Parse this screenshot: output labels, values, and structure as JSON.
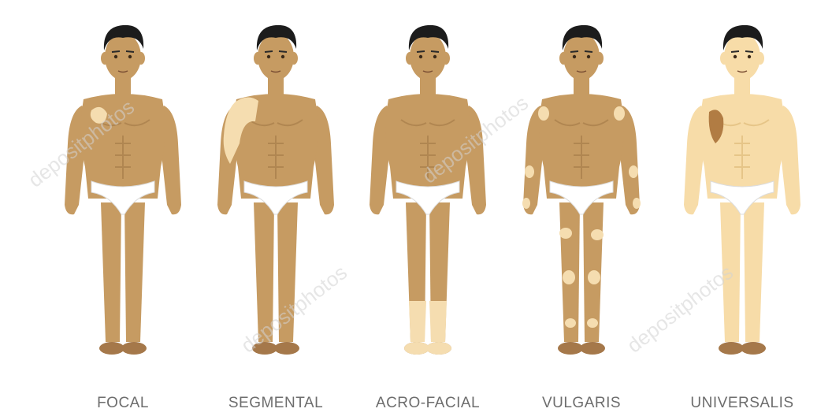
{
  "colors": {
    "skin": "#c69b62",
    "skin_shade": "#b08651",
    "depigmented": "#f5ddb0",
    "fair_skin": "#f7dca8",
    "fair_shade": "#e6c588",
    "shoe": "#a5784a",
    "hair": "#1c1c1c",
    "underwear": "#ffffff",
    "label": "#6d6d6d"
  },
  "figures": [
    {
      "label": "FOCAL",
      "pattern": "focal"
    },
    {
      "label": "SEGMENTAL",
      "pattern": "segmental"
    },
    {
      "label": "ACRO-FACIAL",
      "pattern": "acrofacial"
    },
    {
      "label": "VULGARIS",
      "pattern": "vulgaris"
    },
    {
      "label": "UNIVERSALIS",
      "pattern": "universalis"
    }
  ],
  "watermark": "depositphotos"
}
